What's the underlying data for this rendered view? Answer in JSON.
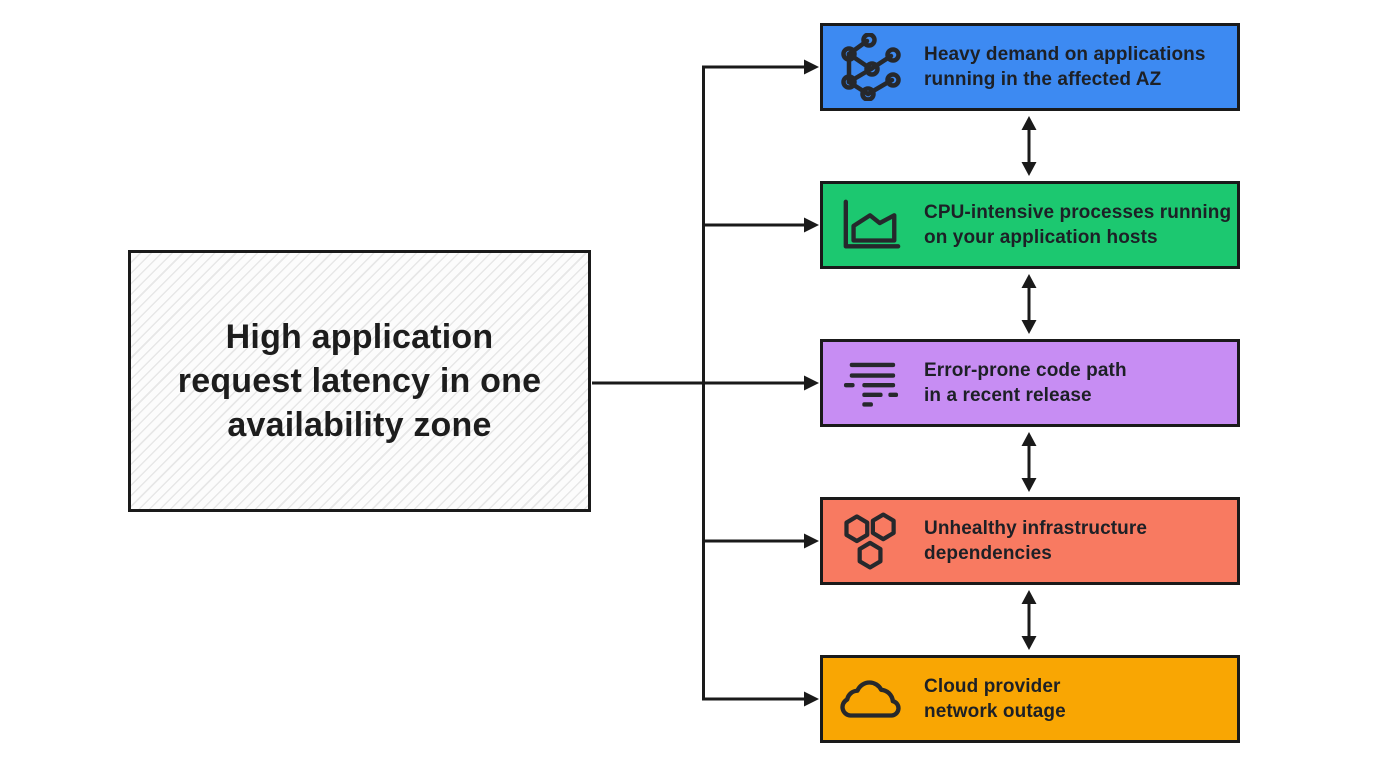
{
  "diagram": {
    "cause": {
      "lines": [
        "High application",
        "request latency in one",
        "availability zone"
      ]
    },
    "symptoms": [
      {
        "icon": "network-graph-icon",
        "color": "#3d8af2",
        "lines": [
          "Heavy demand on applications",
          "running in the affected AZ"
        ]
      },
      {
        "icon": "area-chart-icon",
        "color": "#1cc870",
        "lines": [
          "CPU-intensive processes running",
          "on your application hosts"
        ]
      },
      {
        "icon": "log-lines-icon",
        "color": "#c78df3",
        "lines": [
          "Error-prone code path",
          "in a recent release"
        ]
      },
      {
        "icon": "hexagons-icon",
        "color": "#f87a61",
        "lines": [
          "Unhealthy infrastructure",
          "dependencies"
        ]
      },
      {
        "icon": "cloud-icon",
        "color": "#f9a603",
        "lines": [
          "Cloud provider",
          "network outage"
        ]
      }
    ],
    "colors": {
      "connector_line": "#1a1a1a",
      "box_border": "#1a1a1a",
      "cause_hatch": "#e7e7e7",
      "text_dark": "#1d2026",
      "background": "#ffffff"
    }
  }
}
